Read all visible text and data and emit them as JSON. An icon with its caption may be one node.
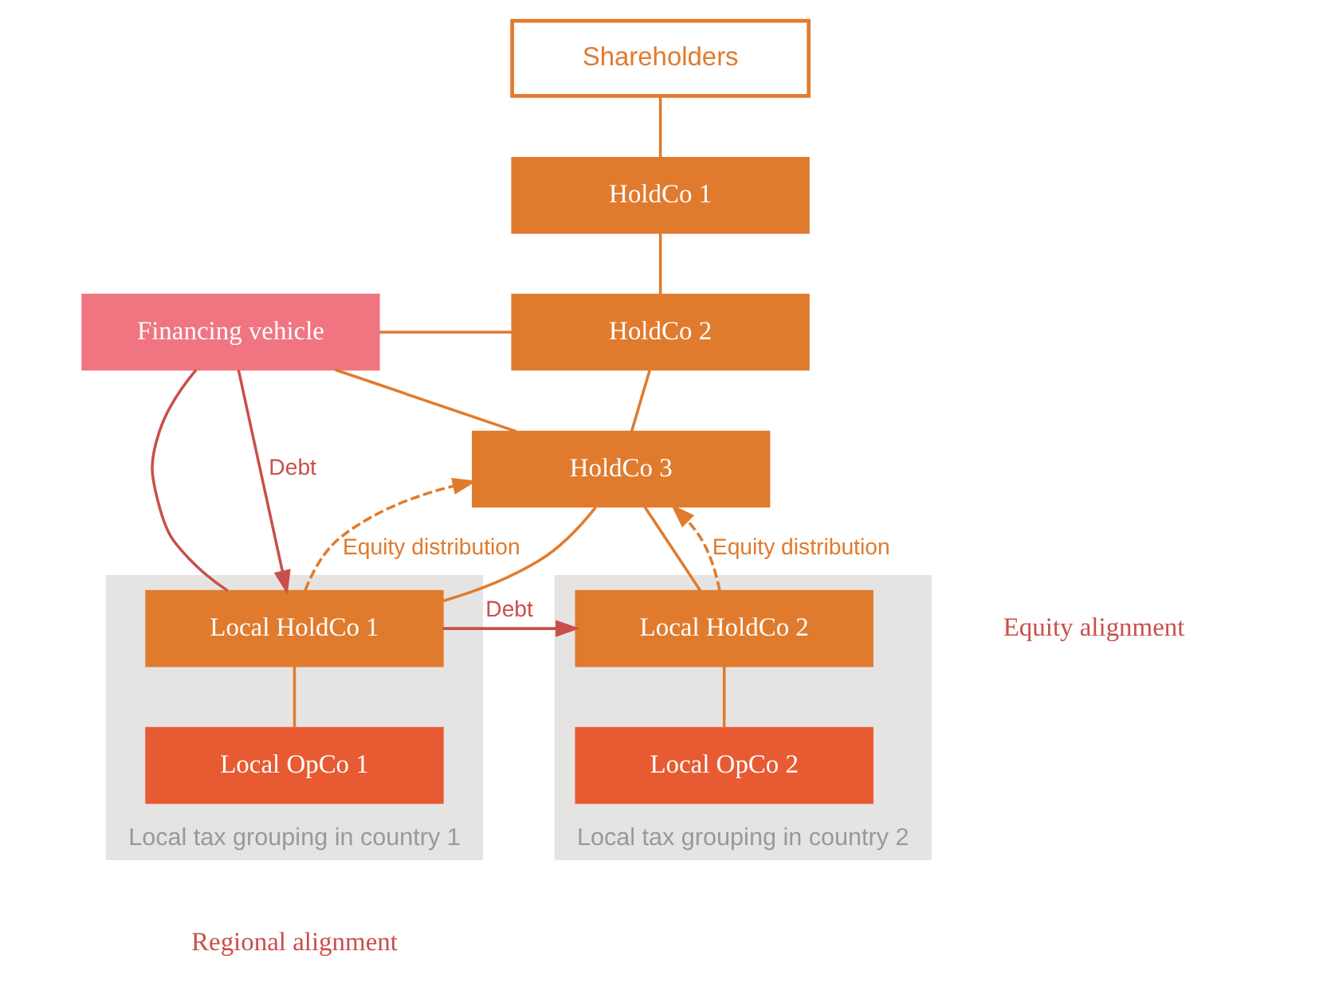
{
  "diagram": {
    "nodes": [
      {
        "text": [
          "Shareholders"
        ]
      },
      {
        "text": [
          "HoldCo 1"
        ]
      },
      {
        "text": [
          "HoldCo 2"
        ]
      },
      {
        "text": [
          "HoldCo 3"
        ]
      },
      {
        "text": [
          "Financing vehicle"
        ]
      },
      {
        "text": [
          "Local tax grouping in country 1"
        ]
      },
      {
        "text": [
          "Local HoldCo 1"
        ],
        "in": 5
      },
      {
        "text": [
          "Local OpCo 1"
        ],
        "in": 5
      },
      {
        "text": [
          "Local tax grouping in country 2"
        ]
      },
      {
        "text": [
          "Local HoldCo 2"
        ],
        "in": 8
      },
      {
        "text": [
          "Local OpCo 2"
        ],
        "in": 8
      }
    ],
    "edges": [
      {
        "from": 0,
        "to": 1,
        "arrow": "none"
      },
      {
        "from": 1,
        "to": 2,
        "arrow": "none"
      },
      {
        "from": 2,
        "to": 3,
        "arrow": "none"
      },
      {
        "from": 4,
        "to": 2,
        "arrow": "none"
      },
      {
        "from": 4,
        "to": 3,
        "arrow": "none"
      },
      {
        "from": 4,
        "to": 6,
        "arrow": "none",
        "color": "#c9504a"
      },
      {
        "from": 4,
        "to": 6,
        "arrow": "to",
        "label": "Debt",
        "color": "#c9504a"
      },
      {
        "from": 3,
        "to": 6,
        "arrow": "none"
      },
      {
        "from": 3,
        "to": 9,
        "arrow": "none"
      },
      {
        "from": 6,
        "to": 3,
        "arrow": "to",
        "label": "Equity distribution",
        "style": "dashed"
      },
      {
        "from": 9,
        "to": 3,
        "arrow": "to",
        "label": "Equity distribution",
        "style": "dashed"
      },
      {
        "from": 6,
        "to": 9,
        "arrow": "to",
        "label": "Debt",
        "color": "#c9504a"
      },
      {
        "from": 6,
        "to": 7,
        "arrow": "none"
      },
      {
        "from": 9,
        "to": 10,
        "arrow": "none"
      }
    ],
    "labels": [
      "Equity alignment",
      "Regional alignment"
    ]
  }
}
